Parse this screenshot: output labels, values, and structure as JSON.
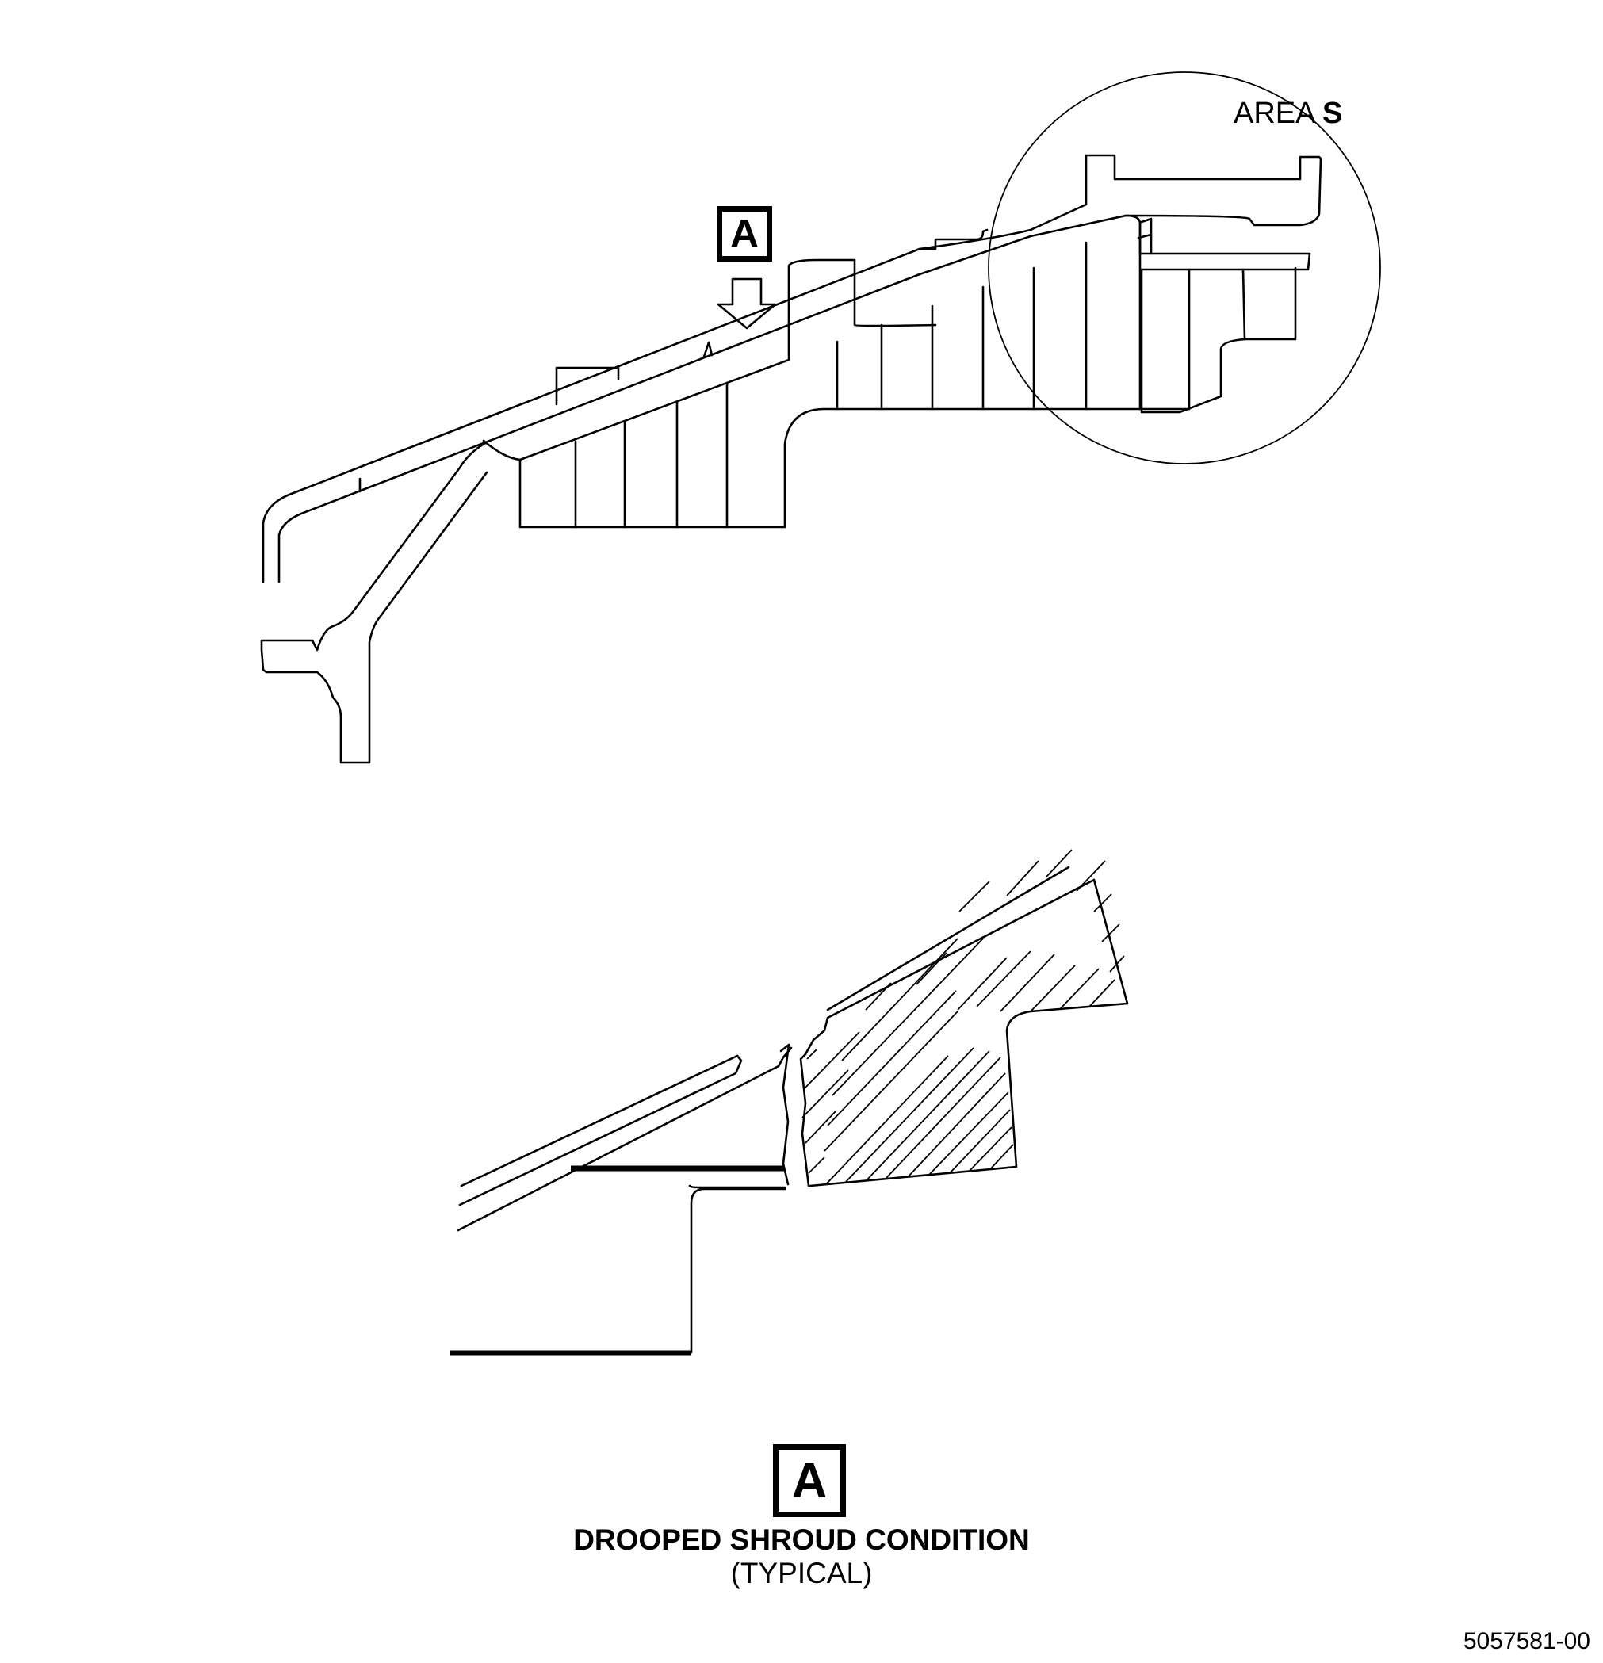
{
  "area_callout": {
    "prefix": "AREA",
    "letter": "S"
  },
  "view_marker": {
    "letter": "A"
  },
  "view_caption": {
    "letter": "A",
    "title": "DROOPED SHROUD CONDITION",
    "subtitle": "(TYPICAL)"
  },
  "drawing_number": "5057581-00"
}
